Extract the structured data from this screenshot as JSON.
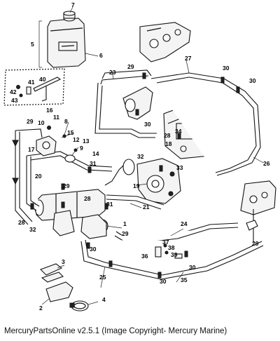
{
  "diagram": {
    "callouts": [
      "1",
      "2",
      "3",
      "4",
      "5",
      "6",
      "7",
      "8",
      "9",
      "10",
      "11",
      "12",
      "13",
      "14",
      "15",
      "16",
      "17",
      "18",
      "19",
      "20",
      "21",
      "23",
      "24",
      "25",
      "26",
      "27",
      "28",
      "29",
      "30",
      "31",
      "32",
      "33",
      "34",
      "35",
      "36",
      "37",
      "38",
      "39",
      "40",
      "41",
      "42",
      "43"
    ]
  },
  "footer": {
    "copyright": "MercuryPartsOnline v2.5.1 (Image Copyright- Mercury Marine)"
  }
}
